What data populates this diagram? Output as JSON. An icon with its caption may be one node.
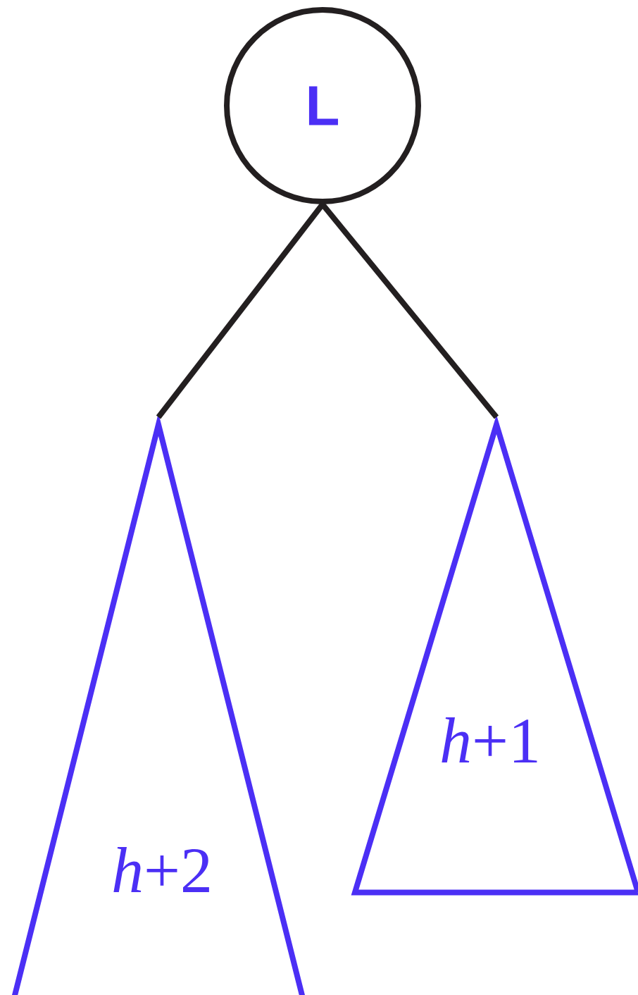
{
  "diagram": {
    "nodes": [
      {
        "text": [
          "L"
        ]
      },
      {
        "text": [
          "*h*+2"
        ]
      },
      {
        "text": [
          "*h*+1"
        ]
      }
    ],
    "edges": [
      {
        "from": 0,
        "to": 1,
        "arrow": "none"
      },
      {
        "from": 0,
        "to": 2,
        "arrow": "none"
      }
    ]
  }
}
